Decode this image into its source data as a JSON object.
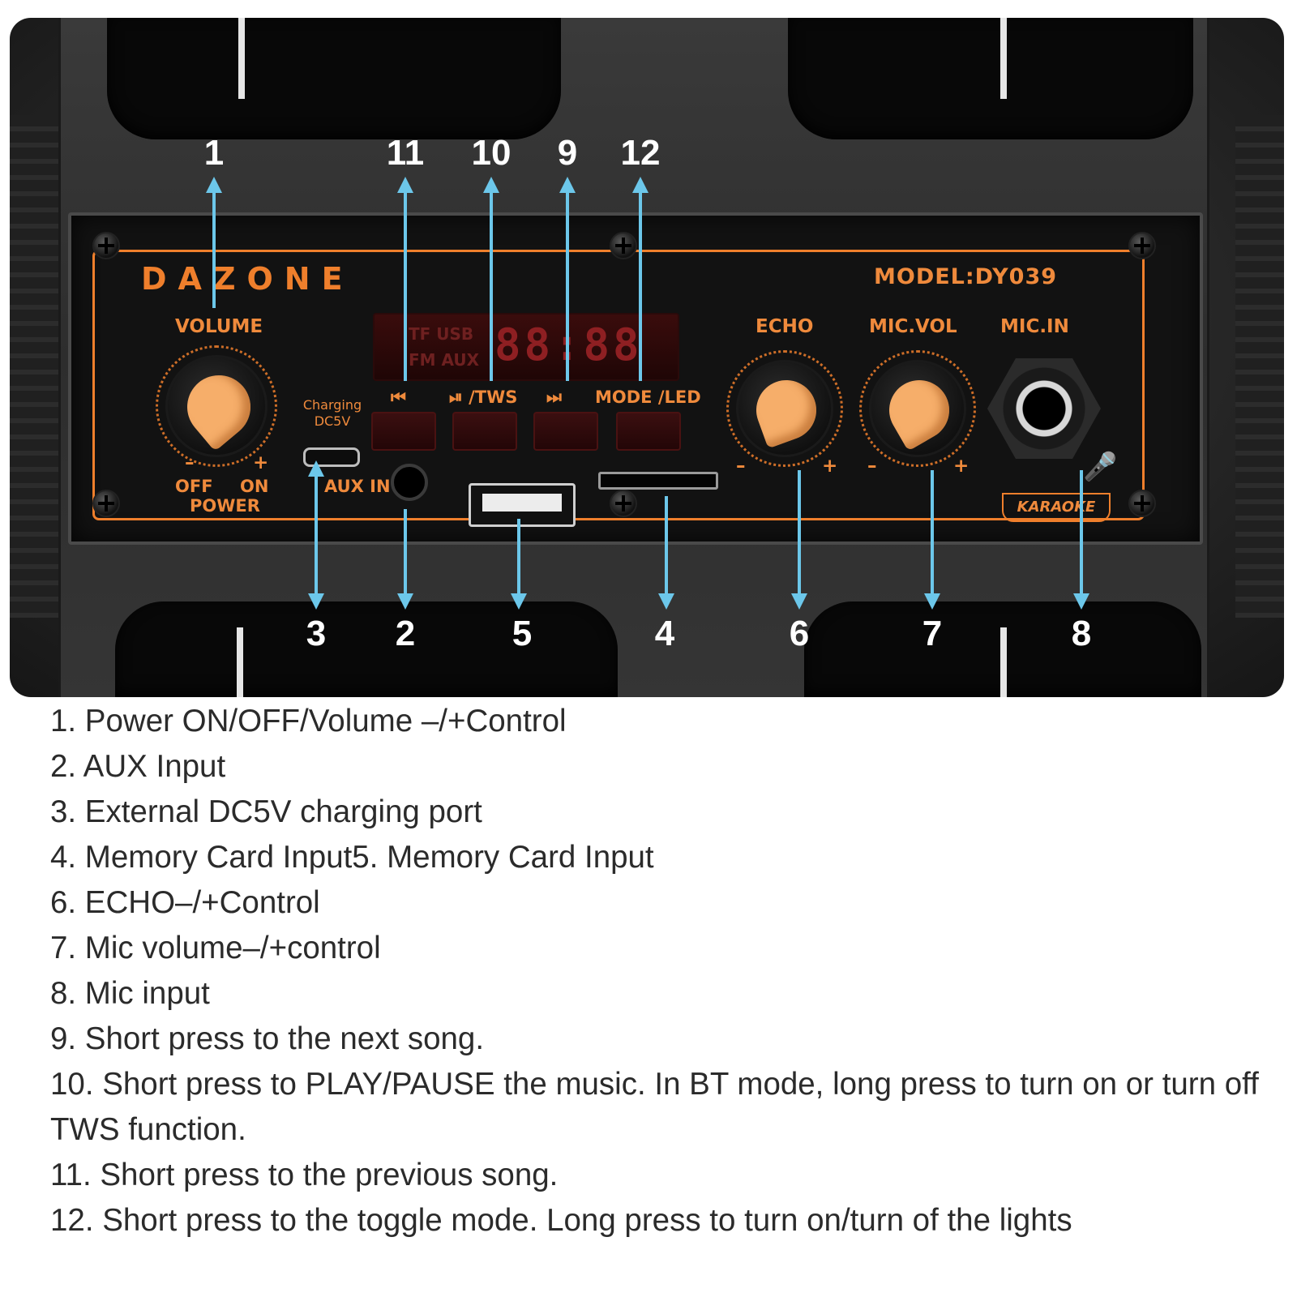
{
  "panel": {
    "brand": "DAZONE",
    "model": "MODEL:DY039",
    "volume_label": "VOLUME",
    "power_minus": "–",
    "power_plus": "+",
    "power_off": "OFF",
    "power_on": "ON",
    "power_label": "POWER",
    "charging_label_1": "Charging",
    "charging_label_2": "DC5V",
    "aux_label": "AUX IN",
    "display_line_1": "TF USB",
    "display_line_2": "FM AUX",
    "display_digits": "88:88",
    "buttons": [
      {
        "label": "⏮",
        "name": "previous-button"
      },
      {
        "label": "⏯ /TWS",
        "name": "play-pause-tws-button"
      },
      {
        "label": "⏭",
        "name": "next-button"
      },
      {
        "label": "MODE /LED",
        "name": "mode-led-button"
      }
    ],
    "echo_label": "ECHO",
    "mic_vol_label": "MIC.VOL",
    "mic_in_label": "MIC.IN",
    "knob_minus": "–",
    "knob_plus": "+",
    "karaoke_label": "KARAOKE"
  },
  "callouts": {
    "top": [
      "1",
      "11",
      "10",
      "9",
      "12"
    ],
    "bottom": [
      "3",
      "2",
      "5",
      "4",
      "6",
      "7",
      "8"
    ]
  },
  "legend": [
    "1. Power ON/OFF/Volume –/+Control",
    "2. AUX Input",
    "3. External DC5V charging port",
    "4. Memory Card Input5. Memory Card Input",
    "6. ECHO–/+Control",
    "7. Mic volume–/+control",
    "8. Mic input",
    "9. Short press to the next song.",
    "10. Short press to PLAY/PAUSE the music. In BT mode, long press to turn on or turn off TWS function.",
    "11. Short press to the previous song.",
    "12. Short press to the toggle mode. Long press to turn on/turn of the lights"
  ],
  "colors": {
    "accent_orange": "#ef7f2c",
    "knob_cap": "#f6ae6a",
    "arrow_blue": "#6cc7ea",
    "legend_text": "#2b2b2b"
  }
}
